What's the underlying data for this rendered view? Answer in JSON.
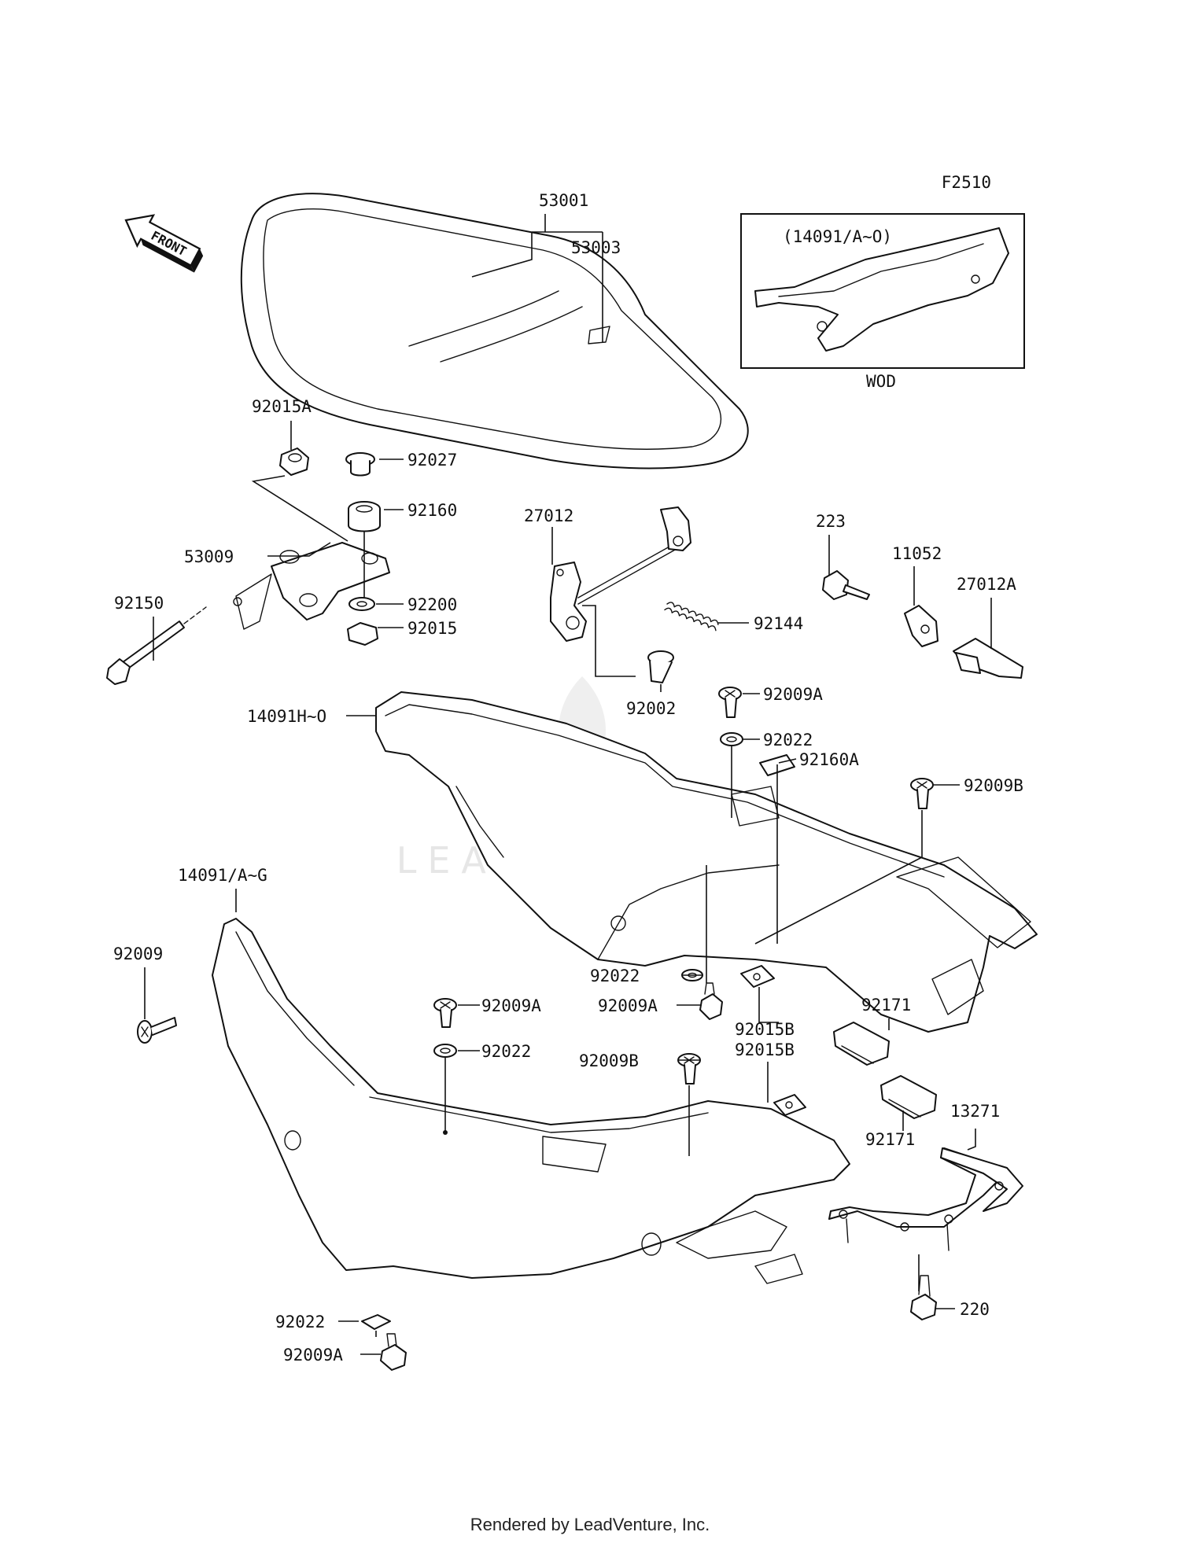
{
  "diagram": {
    "code": "F2510",
    "front_arrow_label": "FRONT",
    "inset": {
      "title": "(14091/A~O)",
      "caption": "WOD"
    },
    "watermark": "LEADVENTURE",
    "footer": "Rendered by LeadVenture, Inc.",
    "labels": {
      "p53001": "53001",
      "p53003": "53003",
      "p92015A": "92015A",
      "p92027": "92027",
      "p92160": "92160",
      "p53009": "53009",
      "p92150": "92150",
      "p92200": "92200",
      "p92015": "92015",
      "p27012": "27012",
      "p92144": "92144",
      "p92002": "92002",
      "p223": "223",
      "p11052": "11052",
      "p27012A": "27012A",
      "p92009A_1": "92009A",
      "p92022_1": "92022",
      "p92160A": "92160A",
      "p92009B_1": "92009B",
      "p14091H": "14091H~O",
      "p14091AG": "14091/A~G",
      "p92009": "92009",
      "p92022_2": "92022",
      "p92009A_2": "92009A",
      "p92015B_1": "92015B",
      "p92171_1": "92171",
      "p92009A_3": "92009A",
      "p92022_3": "92022",
      "p92009B_2": "92009B",
      "p92015B_2": "92015B",
      "p92171_2": "92171",
      "p13271": "13271",
      "p92022_4": "92022",
      "p92009A_4": "92009A",
      "p220": "220"
    }
  }
}
